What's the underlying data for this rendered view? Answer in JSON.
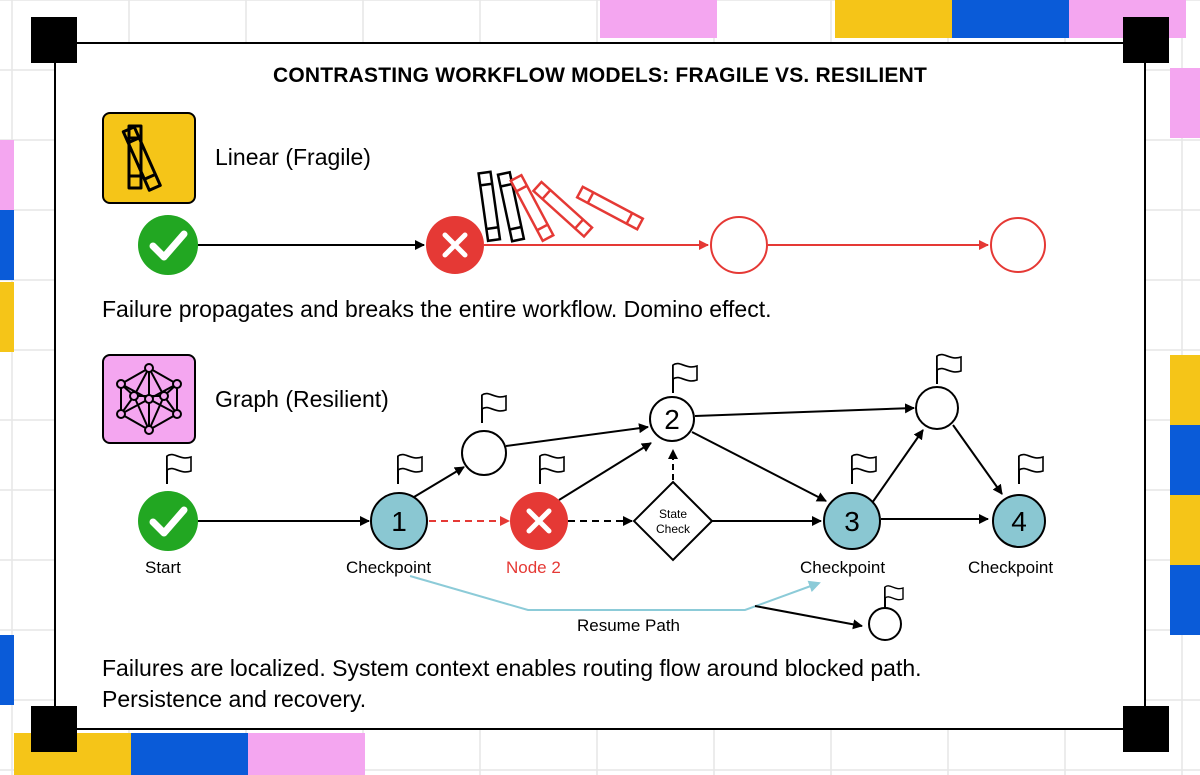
{
  "title": "CONTRASTING WORKFLOW MODELS: FRAGILE VS. RESILIENT",
  "colors": {
    "yellow": "#F5C518",
    "pink": "#F4A6F0",
    "blue": "#0A5BD8",
    "green": "#22A722",
    "red": "#E53935",
    "teal": "#8AC7D2",
    "resume_path": "#8CCBD8"
  },
  "linear": {
    "label": "Linear (Fragile)",
    "icon": "books-icon",
    "caption": "Failure propagates and breaks the entire workflow. Domino effect."
  },
  "graph": {
    "label": "Graph (Resilient)",
    "icon": "network-graph-icon",
    "caption_line1": "Failures are localized. System context enables routing flow around blocked path.",
    "caption_line2": "Persistence and recovery.",
    "labels": {
      "start": "Start",
      "checkpoint1": "Checkpoint",
      "node2": "Node 2",
      "checkpoint3": "Checkpoint",
      "checkpoint4": "Checkpoint",
      "resume_path": "Resume Path"
    },
    "node_numbers": {
      "n1": "1",
      "n2": "2",
      "n3": "3",
      "n4": "4"
    },
    "state_check": {
      "line1": "State",
      "line2": "Check"
    }
  }
}
